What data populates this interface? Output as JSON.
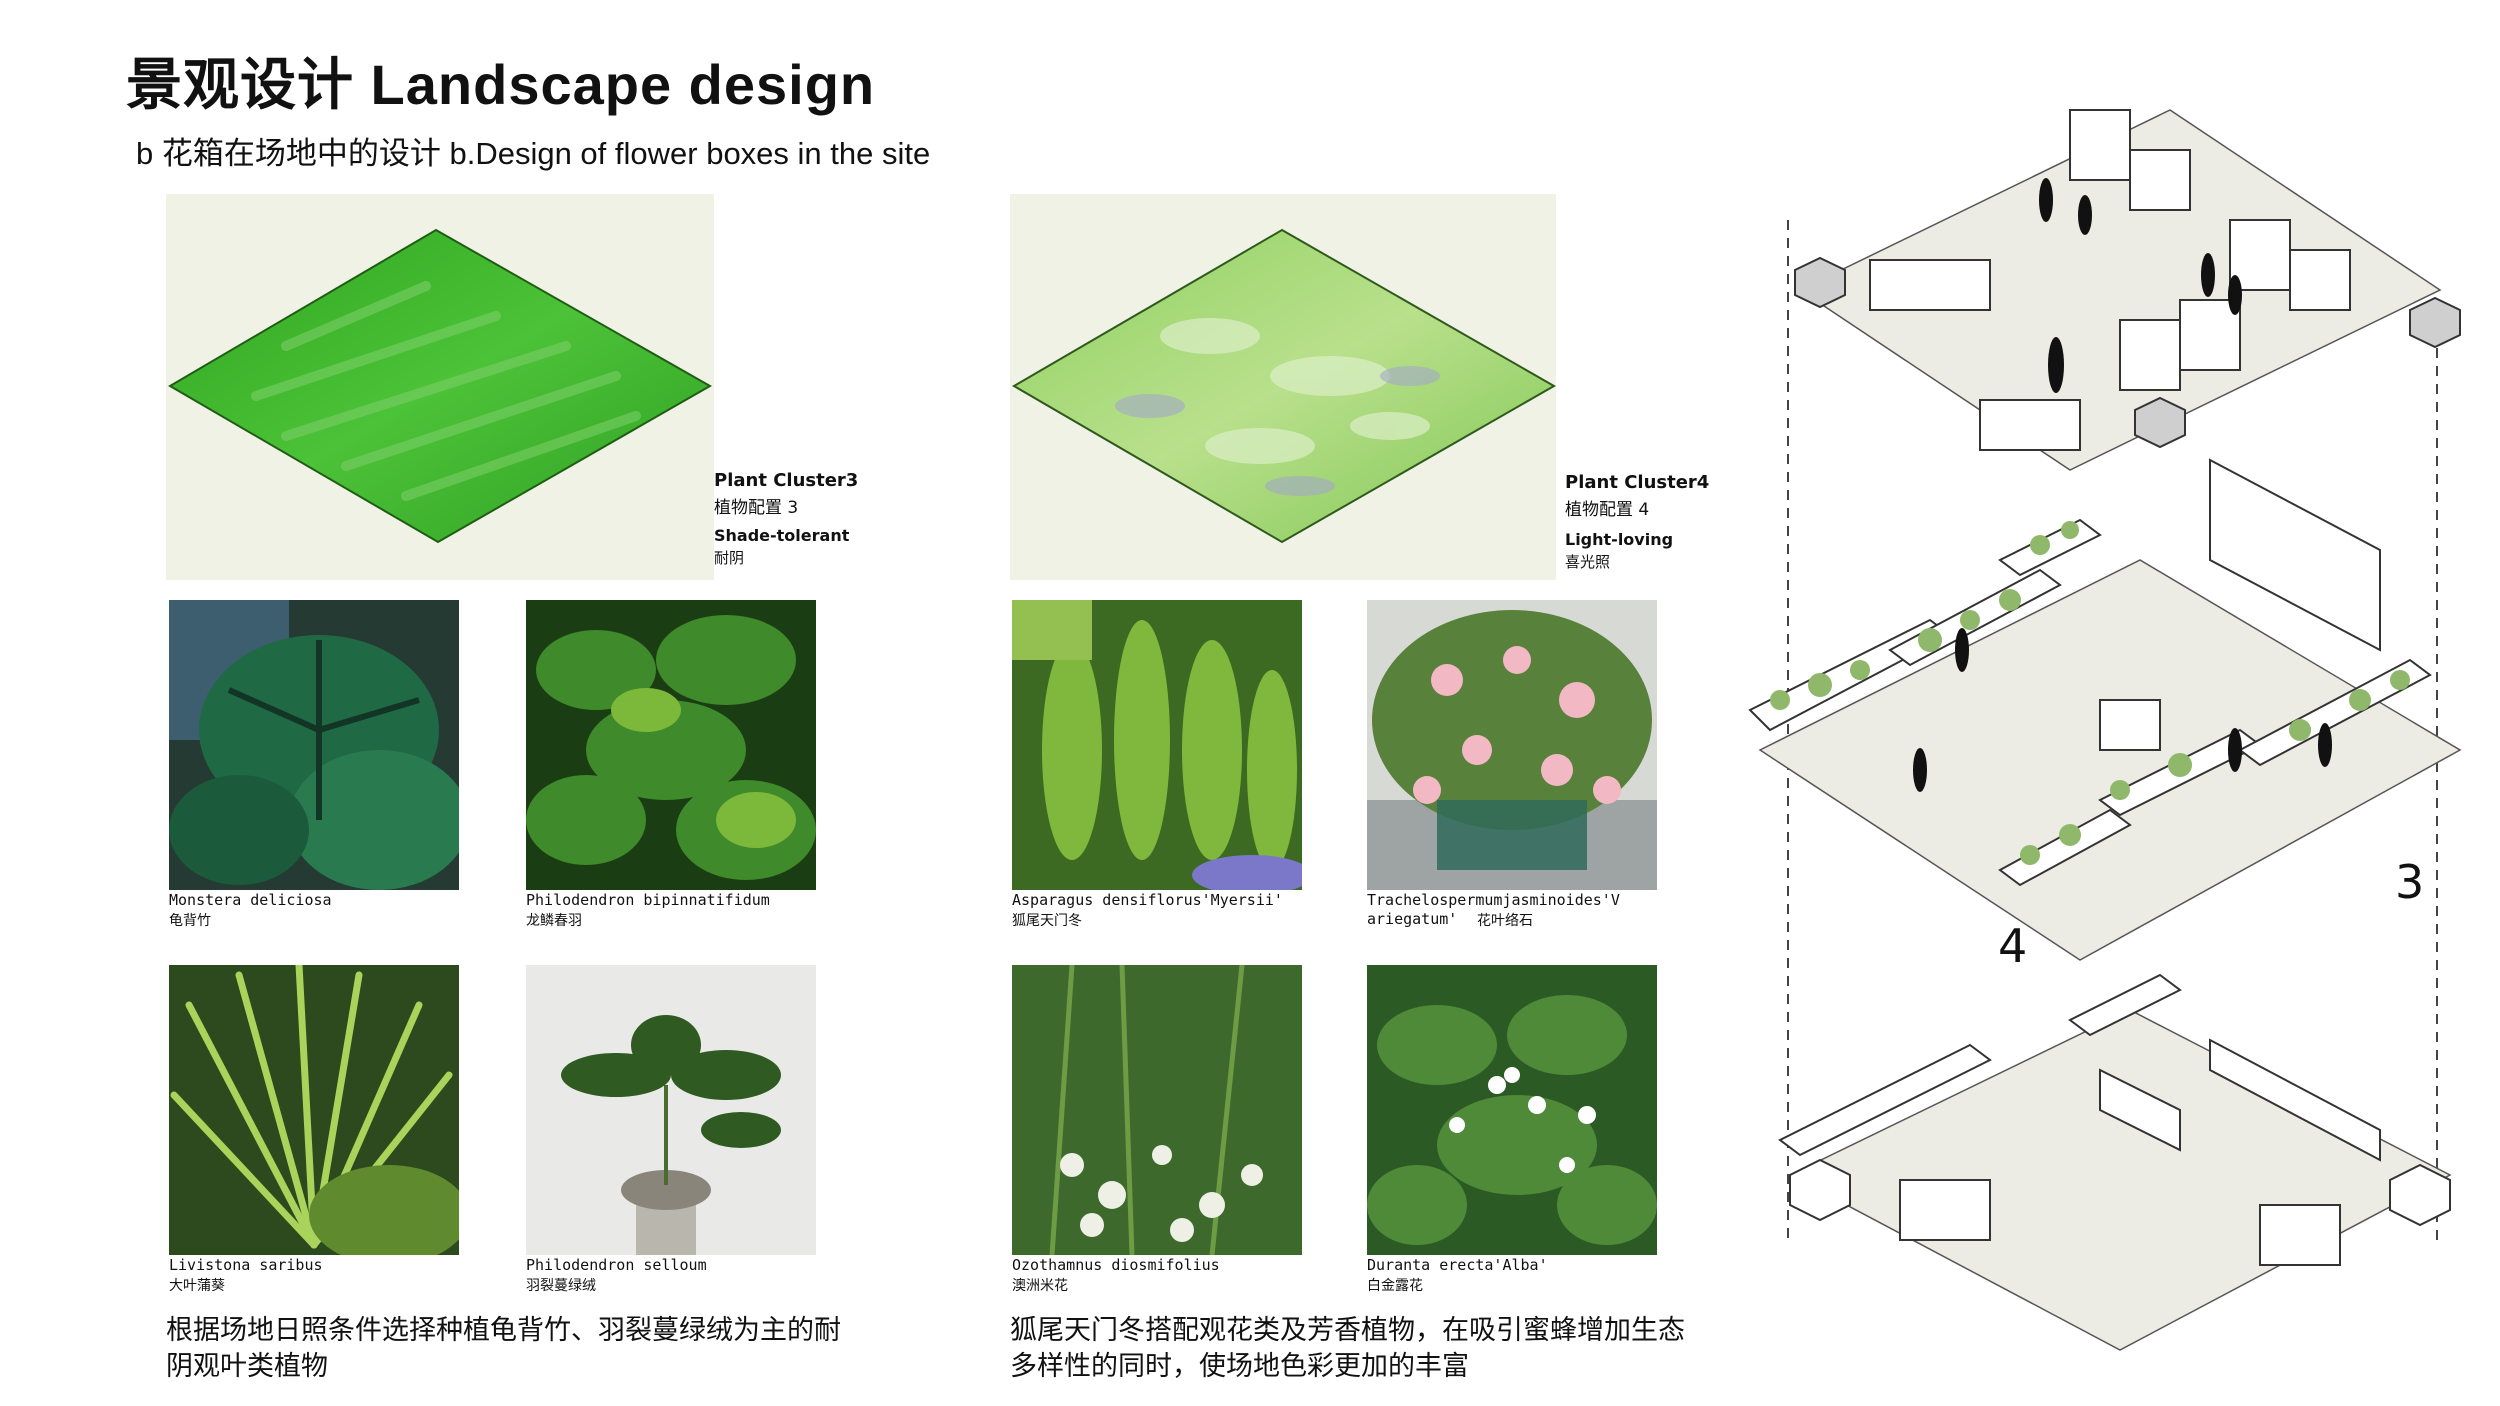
{
  "header": {
    "title": "景观设计 Landscape design",
    "subtitle": "b 花箱在场地中的设计  b.Design of flower boxes in the site"
  },
  "clusters": [
    {
      "name": "Plant Cluster3",
      "name_cn": "植物配置 3",
      "light": "Shade-tolerant",
      "light_cn": "耐阴",
      "plants": [
        {
          "latin": "Monstera deliciosa",
          "cn": "龟背竹"
        },
        {
          "latin": "Philodendron bipinnatifidum",
          "cn": "龙鳞春羽"
        },
        {
          "latin": "Livistona saribus",
          "cn": "大叶蒲葵"
        },
        {
          "latin": "Philodendron selloum",
          "cn": "羽裂蔓绿绒"
        }
      ],
      "description": "根据场地日照条件选择种植龟背竹、羽裂蔓绿绒为主的耐阴观叶类植物"
    },
    {
      "name": "Plant Cluster4",
      "name_cn": "植物配置 4",
      "light": "Light-loving",
      "light_cn": "喜光照",
      "plants": [
        {
          "latin": "Asparagus densiflorus'Myersii'",
          "cn": "狐尾天门冬"
        },
        {
          "latin": "Trachelospermumjasminoides'V",
          "latin2": "ariegatum'",
          "cn": "花叶络石"
        },
        {
          "latin": "Ozothamnus diosmifolius",
          "cn": "澳洲米花"
        },
        {
          "latin": "Duranta erecta'Alba'",
          "cn": "白金露花"
        }
      ],
      "description": "狐尾天门冬搭配观花类及芳香植物，在吸引蜜蜂增加生态多样性的同时，使场地色彩更加的丰富"
    }
  ],
  "diagram": {
    "label_3": "3",
    "label_4": "4"
  },
  "colors": {
    "panel_bg": "#f1f2e6",
    "cluster3_green": "#3fb52a",
    "cluster4_green": "#9fd672"
  }
}
